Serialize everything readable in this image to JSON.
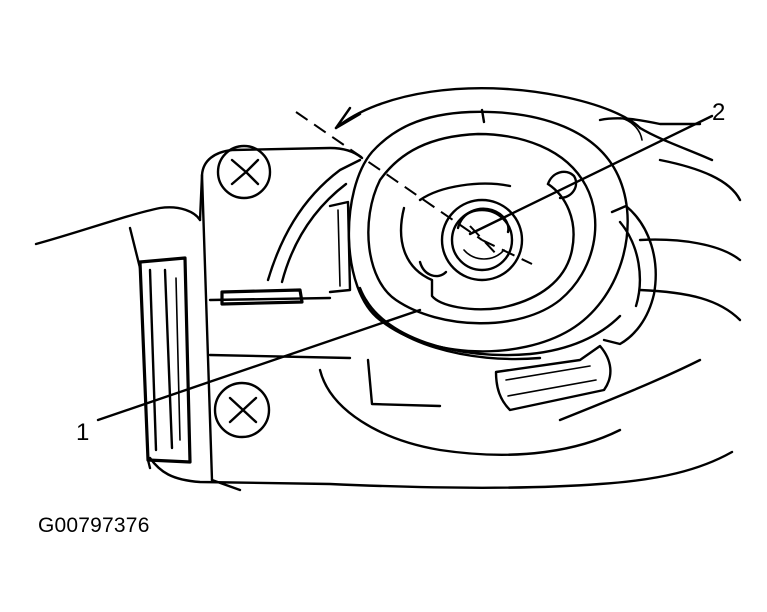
{
  "figure": {
    "code": "G00797376",
    "callouts": [
      {
        "id": "1",
        "label": "1"
      },
      {
        "id": "2",
        "label": "2"
      }
    ]
  }
}
